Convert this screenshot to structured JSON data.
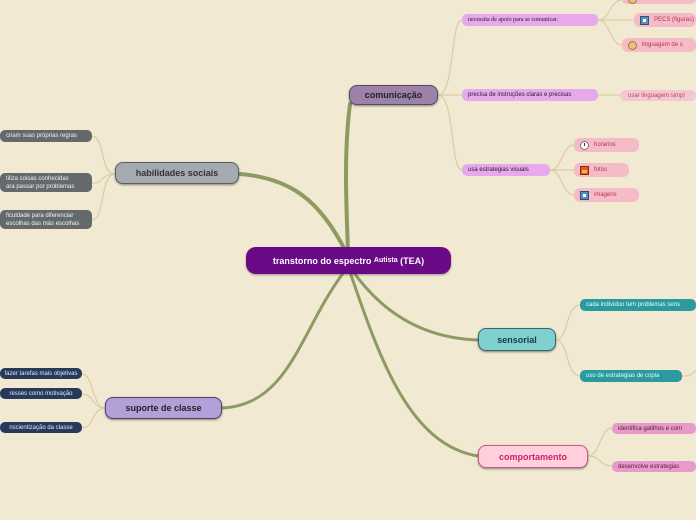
{
  "root": {
    "label_main": "transtorno do espectro",
    "label_small": "Autista",
    "label_end": "(TEA)"
  },
  "comunicacao": {
    "label": "comunicação",
    "subs": [
      "necessita de apoio para se comunicar.",
      "precisa de instruções claras e precisas",
      "usa estrategias visuais"
    ],
    "leaves": [
      "PECS (figuras)",
      "linguagem de s",
      "usar linguagem simpl",
      "horarios",
      "fotos",
      "imagens"
    ]
  },
  "habilidades": {
    "label": "habilidades sociais",
    "subs": [
      {
        "l1": "criam suas próprias regras",
        "l2": ""
      },
      {
        "l1": "tiliza coisas conhecidas",
        "l2": "ara passar por problemas"
      },
      {
        "l1": "ficuldade para diferenciar",
        "l2": "escolhas das más escolhas"
      }
    ]
  },
  "sensorial": {
    "label": "sensorial",
    "subs": [
      "cada individuo tem problemas sens",
      "uso de estrategias de copia"
    ]
  },
  "suporte": {
    "label": "suporte de classe",
    "subs": [
      "fazer tarefas mais objetivas",
      "resses como motivação",
      "nscientização da classe"
    ]
  },
  "comportamento": {
    "label": "comportamento",
    "subs": [
      "identifica gatilhos e com",
      "desenvolve estrategias"
    ]
  },
  "colors": {
    "root": "#6a0a86",
    "link_main": "#8d9a62",
    "link_sub": "#d6c9a0",
    "background": "#f1e9d2"
  }
}
